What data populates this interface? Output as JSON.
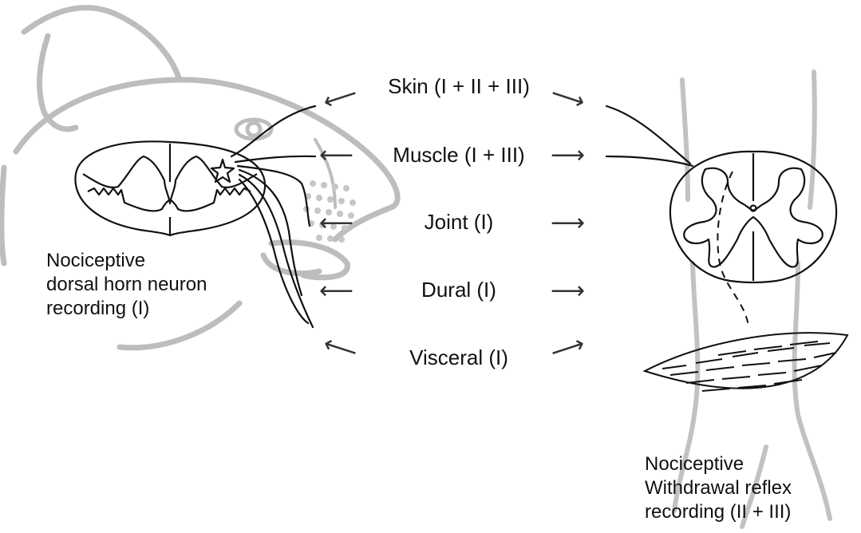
{
  "tissues": [
    {
      "label": "Skin (I + II + III)"
    },
    {
      "label": "Muscle (I + III)"
    },
    {
      "label": "Joint (I)"
    },
    {
      "label": "Dural (I)"
    },
    {
      "label": "Visceral (I)"
    }
  ],
  "left_caption": {
    "line1": "Nociceptive",
    "line2": "dorsal horn neuron",
    "line3": "recording (I)"
  },
  "right_caption": {
    "line1": "Nociceptive",
    "line2": "Withdrawal reflex",
    "line3": "recording (II + III)"
  },
  "colors": {
    "line": "#111111",
    "background_art": "#b9b9b9"
  }
}
